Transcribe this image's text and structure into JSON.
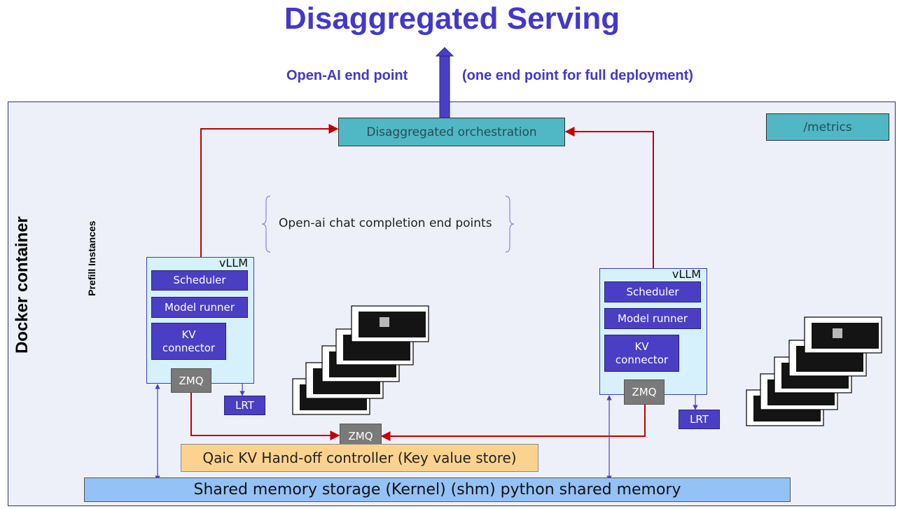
{
  "title": "Disaggregated Serving",
  "api": {
    "endpoint_label": "Open-AI end point",
    "endpoint_note": "(one end point for full deployment)"
  },
  "container_label": "Docker container",
  "prefill_label": "Prefill Instances",
  "orchestration_label": "Disaggregated orchestration",
  "metrics_label": "/metrics",
  "chat_endpoints_label": "Open-ai chat completion end points",
  "instances": [
    {
      "engine": "vLLM",
      "scheduler": "Scheduler",
      "model_runner": "Model runner",
      "kv_connector": "KV connector",
      "zmq": "ZMQ",
      "lrt": "LRT"
    },
    {
      "engine": "vLLM",
      "scheduler": "Scheduler",
      "model_runner": "Model runner",
      "kv_connector": "KV connector",
      "zmq": "ZMQ",
      "lrt": "LRT"
    }
  ],
  "central_zmq": "ZMQ",
  "kv_controller_label": "Qaic KV Hand-off controller (Key value store)",
  "shared_memory_label": "Shared memory storage (Kernel) (shm) python shared memory",
  "colors": {
    "title": "#4338ca",
    "container": "#edf0f9",
    "orchestration": "#4fb8c4",
    "component": "#4a3fc4",
    "zmq": "#7a7a7a",
    "kv_controller": "#fcd38e",
    "shared_memory": "#94c2f7",
    "data_arrow": "#c00000",
    "control_arrow": "#4a3fc4"
  }
}
